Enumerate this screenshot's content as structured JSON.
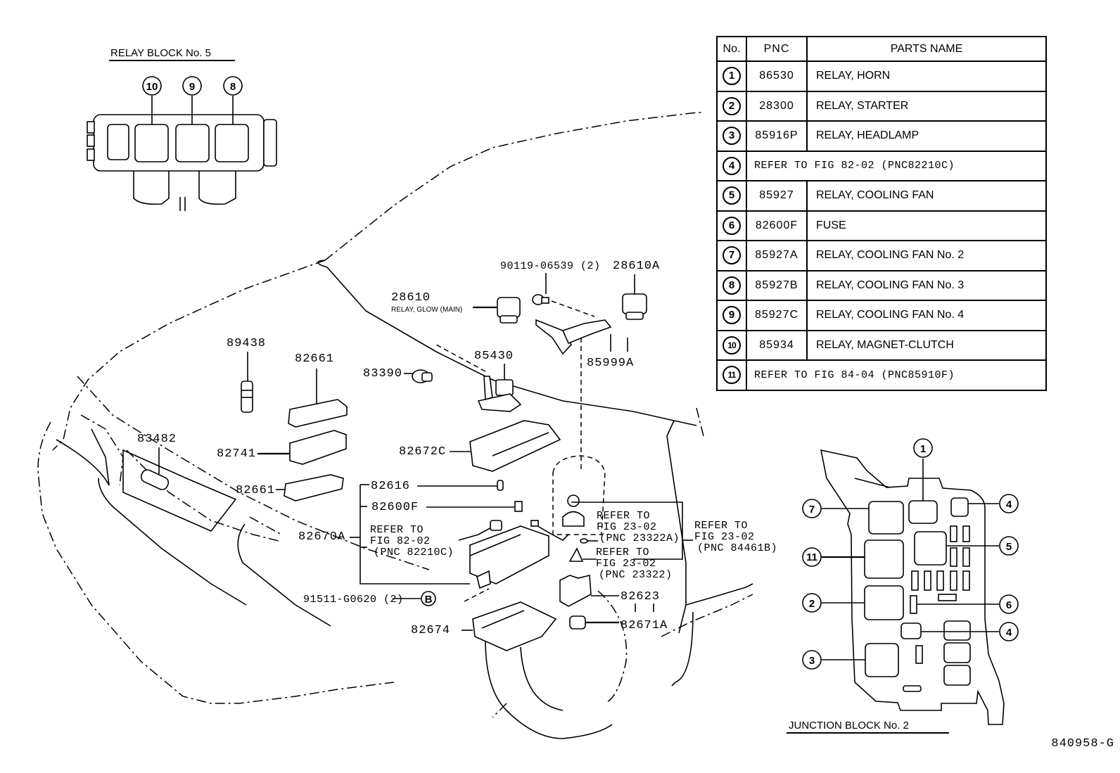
{
  "relay_block": {
    "title": "RELAY BLOCK No. 5",
    "callouts": [
      "10",
      "9",
      "8"
    ]
  },
  "junction_block": {
    "title": "JUNCTION BLOCK No. 2",
    "callouts": {
      "c1": "1",
      "c7": "7",
      "c4a": "4",
      "c11": "11",
      "c5": "5",
      "c2": "2",
      "c6": "6",
      "c4b": "4",
      "c3": "3"
    }
  },
  "parts_table": {
    "headers": {
      "no": "No.",
      "pnc": "PNC",
      "name": "PARTS NAME"
    },
    "rows": [
      {
        "no": "1",
        "pnc": "86530",
        "name": "RELAY, HORN"
      },
      {
        "no": "2",
        "pnc": "28300",
        "name": "RELAY, STARTER"
      },
      {
        "no": "3",
        "pnc": "85916P",
        "name": "RELAY, HEADLAMP"
      },
      {
        "no": "4",
        "ref": "REFER TO FIG 82-02 (PNC82210C)"
      },
      {
        "no": "5",
        "pnc": "85927",
        "name": "RELAY, COOLING FAN"
      },
      {
        "no": "6",
        "pnc": "82600F",
        "name": "FUSE"
      },
      {
        "no": "7",
        "pnc": "85927A",
        "name": "RELAY, COOLING FAN No. 2"
      },
      {
        "no": "8",
        "pnc": "85927B",
        "name": "RELAY, COOLING FAN No. 3"
      },
      {
        "no": "9",
        "pnc": "85927C",
        "name": "RELAY, COOLING FAN No. 4"
      },
      {
        "no": "10",
        "pnc": "85934",
        "name": "RELAY, MAGNET-CLUTCH"
      },
      {
        "no": "11",
        "ref": "REFER TO FIG 84-04 (PNC85910F)"
      }
    ]
  },
  "labels": {
    "p90119": "90119-06539 (2)",
    "p28610A": "28610A",
    "p28610": "28610",
    "p28610_desc": "RELAY, GLOW (MAIN)",
    "p85999A": "85999A",
    "p89438": "89438",
    "p82661_top": "82661",
    "p83390": "83390",
    "p85430": "85430",
    "p83482": "83482",
    "p82741": "82741",
    "p82672C": "82672C",
    "p82661_bot": "82661",
    "p82616": "82616",
    "p82600F": "82600F",
    "p82670A": "82670A",
    "ref_82_02": [
      "REFER TO",
      "FIG 82-02",
      "(PNC 82210C)"
    ],
    "ref_23322A": [
      "REFER TO",
      "FIG 23-02",
      "(PNC 23322A)"
    ],
    "ref_84461B": [
      "REFER TO",
      "FIG 23-02",
      "(PNC 84461B)"
    ],
    "ref_23322": [
      "REFER TO",
      "FIG 23-02",
      "(PNC 23322)"
    ],
    "p91511": "91511-G0620 (2)",
    "bolt_marker": "B",
    "p82623": "82623",
    "p82674": "82674",
    "p82671A": "82671A"
  },
  "figure_code": "840958-G"
}
